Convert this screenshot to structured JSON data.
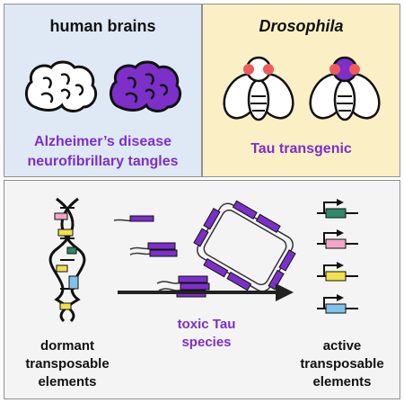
{
  "top_left": {
    "title": "human brains",
    "label_line1": "Alzheimer’s disease",
    "label_line2": "neurofibrillary tangles"
  },
  "top_right": {
    "title": "Drosophila",
    "label": "Tau transgenic"
  },
  "bottom": {
    "left_label_line1": "dormant",
    "left_label_line2": "transposable",
    "left_label_line3": "elements",
    "middle_label_line1": "toxic Tau",
    "middle_label_line2": "species",
    "right_label_line1": "active",
    "right_label_line2": "transposable",
    "right_label_line3": "elements"
  },
  "colors": {
    "purple": "#7c2fc9",
    "blue_panel": "#dfe9f6",
    "yellow_panel": "#fbefc5",
    "fly_eye": "#f05a5a",
    "te_pink": "#f4a6c7",
    "te_yellow": "#f3e14a",
    "te_blue": "#7fc3ea",
    "te_green": "#2d8a6b"
  },
  "icons": [
    "brain-icon",
    "fly-icon",
    "dna-icon",
    "tau-filament-icon",
    "arrow-right-icon",
    "gene-promoter-icon"
  ]
}
